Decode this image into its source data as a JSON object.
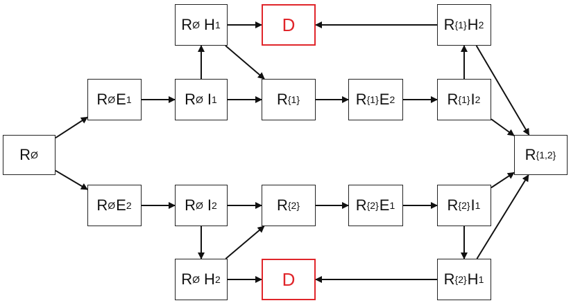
{
  "colors": {
    "line": "#111111",
    "node_border": "#222222",
    "dead": "#e0252a"
  },
  "nodes": {
    "r_empty": {
      "label": "R",
      "sub": "Ø",
      "suffix": "",
      "suffix_sub": ""
    },
    "r_empty_e1": {
      "label": "R",
      "sub": "Ø",
      "suffix": "E",
      "suffix_sub": "1"
    },
    "r_empty_i1": {
      "label": "R",
      "sub": "Ø",
      "suffix": "I",
      "suffix_sub": "1"
    },
    "r_empty_h1": {
      "label": "R",
      "sub": "Ø",
      "suffix": "H",
      "suffix_sub": "1"
    },
    "dead_top": {
      "label": "D"
    },
    "r_1": {
      "label": "R",
      "sub": "{1}",
      "suffix": "",
      "suffix_sub": ""
    },
    "r_1_e2": {
      "label": "R",
      "sub": "{1}",
      "suffix": "E",
      "suffix_sub": "2"
    },
    "r_1_i2": {
      "label": "R",
      "sub": "{1}",
      "suffix": "I",
      "suffix_sub": "2"
    },
    "r_1_h2": {
      "label": "R",
      "sub": "{1}",
      "suffix": "H",
      "suffix_sub": "2"
    },
    "r_12": {
      "label": "R",
      "sub": "{1,2}",
      "suffix": "",
      "suffix_sub": ""
    },
    "r_empty_e2": {
      "label": "R",
      "sub": "Ø",
      "suffix": "E",
      "suffix_sub": "2"
    },
    "r_empty_i2": {
      "label": "R",
      "sub": "Ø",
      "suffix": "I",
      "suffix_sub": "2"
    },
    "r_empty_h2": {
      "label": "R",
      "sub": "Ø",
      "suffix": "H",
      "suffix_sub": "2"
    },
    "dead_bottom": {
      "label": "D"
    },
    "r_2": {
      "label": "R",
      "sub": "{2}",
      "suffix": "",
      "suffix_sub": ""
    },
    "r_2_e1": {
      "label": "R",
      "sub": "{2}",
      "suffix": "E",
      "suffix_sub": "1"
    },
    "r_2_i1": {
      "label": "R",
      "sub": "{2}",
      "suffix": "I",
      "suffix_sub": "1"
    },
    "r_2_h1": {
      "label": "R",
      "sub": "{2}",
      "suffix": "H",
      "suffix_sub": "1"
    }
  },
  "edges": [
    [
      "r_empty",
      "r_empty_e1"
    ],
    [
      "r_empty",
      "r_empty_e2"
    ],
    [
      "r_empty_e1",
      "r_empty_i1"
    ],
    [
      "r_empty_i1",
      "r_empty_h1"
    ],
    [
      "r_empty_i1",
      "r_1"
    ],
    [
      "r_empty_h1",
      "dead_top"
    ],
    [
      "r_empty_h1",
      "r_1"
    ],
    [
      "r_1",
      "r_1_e2"
    ],
    [
      "r_1_e2",
      "r_1_i2"
    ],
    [
      "r_1_i2",
      "r_1_h2"
    ],
    [
      "r_1_i2",
      "r_12"
    ],
    [
      "r_1_h2",
      "dead_top"
    ],
    [
      "r_1_h2",
      "r_12"
    ],
    [
      "r_empty_e2",
      "r_empty_i2"
    ],
    [
      "r_empty_i2",
      "r_empty_h2"
    ],
    [
      "r_empty_i2",
      "r_2"
    ],
    [
      "r_empty_h2",
      "dead_bottom"
    ],
    [
      "r_empty_h2",
      "r_2"
    ],
    [
      "r_2",
      "r_2_e1"
    ],
    [
      "r_2_e1",
      "r_2_i1"
    ],
    [
      "r_2_i1",
      "r_2_h1"
    ],
    [
      "r_2_i1",
      "r_12"
    ],
    [
      "r_2_h1",
      "dead_bottom"
    ],
    [
      "r_2_h1",
      "r_12"
    ]
  ]
}
